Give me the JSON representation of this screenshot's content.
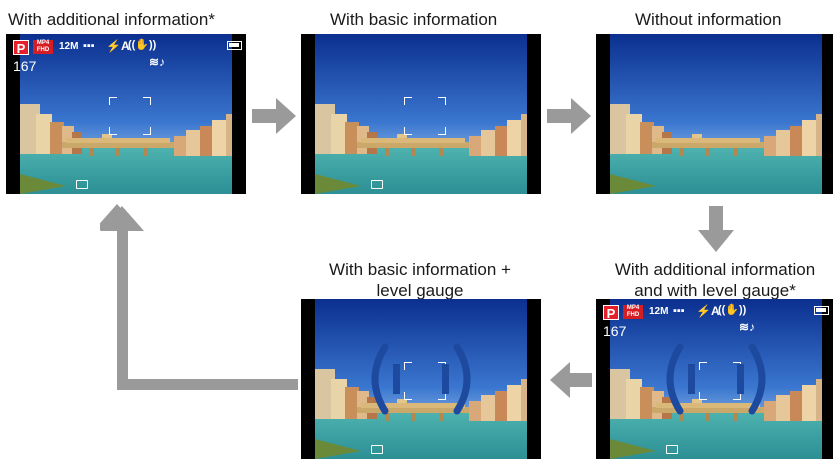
{
  "captions": {
    "top_left": "With additional information*",
    "top_mid": "With basic information",
    "top_right": "Without information",
    "bottom_mid_line1": "With basic information +",
    "bottom_mid_line2": "level gauge",
    "bottom_right_line1": "With additional information",
    "bottom_right_line2": "and with level gauge*"
  },
  "overlay": {
    "mode": "P",
    "video_format_line1": "MP4",
    "video_format_line2": "FHD",
    "megapixels": "12M",
    "quality_icon": "quality-icon",
    "flash": "⚡A",
    "stabilizer_icon": "stabilizer-icon",
    "shots_remaining": "167"
  },
  "colors": {
    "arrow": "#9a9a9a",
    "gauge": "#1d4a9e",
    "mode_badge": "#e6202a"
  }
}
